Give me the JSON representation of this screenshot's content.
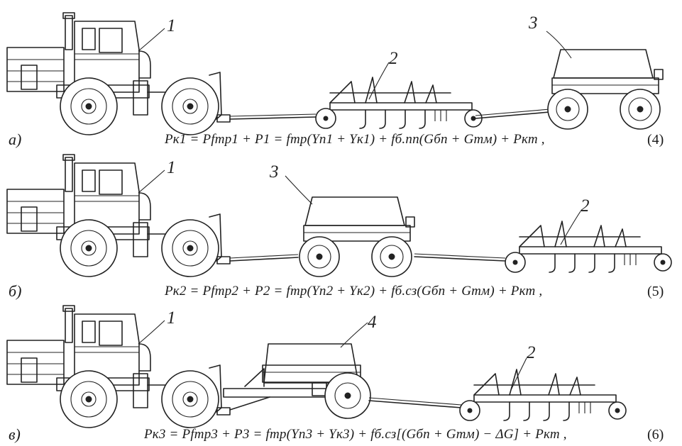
{
  "rows": [
    {
      "tag": "а)",
      "equation": "Pк1 = Pfтр1 + P1 = fтр(Yп1 + Yк1) + fб.пп(Gбп + Gтм) + Pкт ,",
      "number": "(4)",
      "labels": [
        "1",
        "2",
        "3"
      ]
    },
    {
      "tag": "б)",
      "equation": "Pк2 = Pfтр2 + P2 = fтр(Yп2 + Yк2) + fб.сз(Gбп + Gтм) + Pкт ,",
      "number": "(5)",
      "labels": [
        "1",
        "3",
        "2"
      ]
    },
    {
      "tag": "в)",
      "equation": "Pк3 = Pfтр3 + P3 = fтр(Yп3 + Yк3) + fб.сз[(Gбп + Gтм) − ΔG] + Pкт ,",
      "number": "(6)",
      "labels": [
        "1",
        "4",
        "2"
      ]
    }
  ]
}
